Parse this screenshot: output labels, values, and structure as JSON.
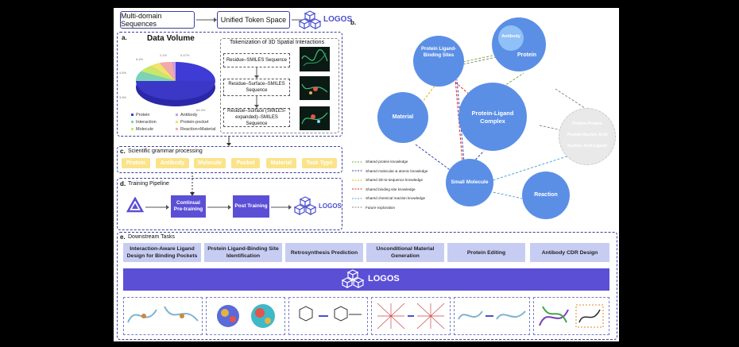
{
  "header": {
    "multi_domain": "Multi-domain Sequences",
    "unified": "Unified Token Space",
    "logos": "LOGOS"
  },
  "panel_a": {
    "label": "a.",
    "title": "Data Volume",
    "tokenization_title": "Tokenization of 3D Spatial Interactions",
    "pie_pct_labels": [
      "0.47%",
      "2.1%",
      "5.4%",
      "4.6%",
      "3.6%",
      "84.3%"
    ],
    "legend": [
      "Protein",
      "Antibody",
      "Interaction",
      "Protein-pocket",
      "Molecule",
      "Reaction+Material"
    ],
    "sequences": [
      "Residue–SMILES Sequence",
      "Residue–Surface–SMILES Sequence",
      "Residue–Surface (SMILES-expanded)–SMILES Sequence"
    ]
  },
  "panel_b": {
    "label": "b.",
    "nodes": {
      "antibody": "Antibody",
      "protein": "Protein",
      "binding_sites": "Protein Ligand-Binding Sites",
      "complex": "Protein-Ligand Complex",
      "material": "Material",
      "small_molecule": "Small Molecule",
      "reaction": "Reaction",
      "nucleic": [
        "Protein-Protein",
        "Protein-Nucleic Acid",
        "Nucleic Acid-Ligand"
      ]
    },
    "legend": [
      {
        "label": "Shared protein knowledge",
        "color": "#6db33f"
      },
      {
        "label": "Shared molecular & atomic knowledge",
        "color": "#3a3fb8"
      },
      {
        "label": "Shared 3D-to-sequence knowledge",
        "color": "#e0b400"
      },
      {
        "label": "Shared binding site knowledge",
        "color": "#d82424"
      },
      {
        "label": "Shared chemical reaction knowledge",
        "color": "#4fa6d6"
      },
      {
        "label": "Future exploration",
        "color": "#8a8a8a"
      }
    ]
  },
  "panel_c": {
    "label": "c.",
    "title": "Scientific grammar processing",
    "tags": [
      "Protein",
      "Antibody",
      "Molecule",
      "Pocket",
      "Material",
      "Task Type"
    ]
  },
  "panel_d": {
    "label": "d.",
    "title": "Training Pipeline",
    "continual": "Continual Pre-training",
    "post": "Post Training",
    "logos": "LOGOS"
  },
  "panel_e": {
    "label": "e.",
    "title": "Downstream Tasks",
    "tasks": [
      "Interaction-Aware Ligand Design for Binding Pockets",
      "Protein Ligand-Binding Site Identification",
      "Retrosynthesis Prediction",
      "Unconditional Material Generation",
      "Protein Editing",
      "Antibody CDR Design"
    ],
    "logos": "LOGOS"
  },
  "colors": {
    "node_blue": "#5b8fe6",
    "accent_purple": "#5b4fd6",
    "tag_yellow": "#fbe38a",
    "task_lilac": "#c7cdf2"
  }
}
